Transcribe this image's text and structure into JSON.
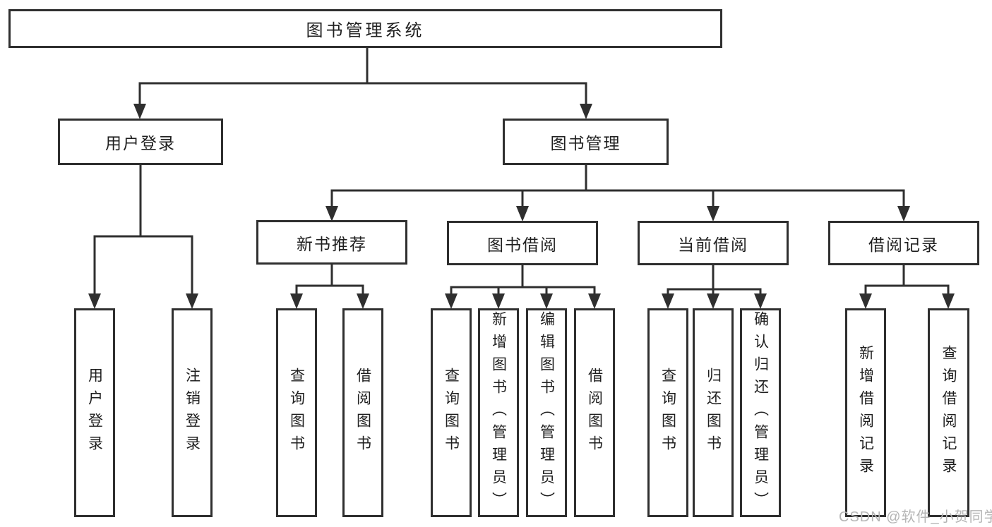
{
  "diagram": {
    "title": "图书管理系统",
    "watermark": "CSDN @软件_小贺同学",
    "colors": {
      "line": "#2f2f2f",
      "box_border": "#2f2f2f",
      "text": "#1f1f1f",
      "watermark": "#b5b5b5",
      "background": "#ffffff"
    }
  },
  "nodes": {
    "root": {
      "label": "图书管理系统"
    },
    "user_login": {
      "label": "用户登录"
    },
    "book_mgmt": {
      "label": "图书管理"
    },
    "new_book": {
      "label": "新书推荐"
    },
    "book_borrow": {
      "label": "图书借阅"
    },
    "current_borrow": {
      "label": "当前借阅"
    },
    "borrow_record": {
      "label": "借阅记录"
    },
    "leaf_user_login": {
      "label": "用户登录"
    },
    "leaf_logout": {
      "label": "注销登录"
    },
    "leaf_nb_query": {
      "label": "查询图书"
    },
    "leaf_nb_borrow": {
      "label": "借阅图书"
    },
    "leaf_bb_query": {
      "label": "查询图书"
    },
    "leaf_bb_add": {
      "label": "新增图书（管理员）"
    },
    "leaf_bb_edit": {
      "label": "编辑图书（管理员）"
    },
    "leaf_bb_borrow": {
      "label": "借阅图书"
    },
    "leaf_cb_query": {
      "label": "查询图书"
    },
    "leaf_cb_return": {
      "label": "归还图书"
    },
    "leaf_cb_confirm": {
      "label": "确认归还（管理员）"
    },
    "leaf_br_add": {
      "label": "新增借阅记录"
    },
    "leaf_br_query": {
      "label": "查询借阅记录"
    }
  },
  "tree": {
    "label": "图书管理系统",
    "children": [
      {
        "label": "用户登录",
        "children": [
          {
            "label": "用户登录"
          },
          {
            "label": "注销登录"
          }
        ]
      },
      {
        "label": "图书管理",
        "children": [
          {
            "label": "新书推荐",
            "children": [
              {
                "label": "查询图书"
              },
              {
                "label": "借阅图书"
              }
            ]
          },
          {
            "label": "图书借阅",
            "children": [
              {
                "label": "查询图书"
              },
              {
                "label": "新增图书（管理员）"
              },
              {
                "label": "编辑图书（管理员）"
              },
              {
                "label": "借阅图书"
              }
            ]
          },
          {
            "label": "当前借阅",
            "children": [
              {
                "label": "查询图书"
              },
              {
                "label": "归还图书"
              },
              {
                "label": "确认归还（管理员）"
              }
            ]
          },
          {
            "label": "借阅记录",
            "children": [
              {
                "label": "新增借阅记录"
              },
              {
                "label": "查询借阅记录"
              }
            ]
          }
        ]
      }
    ]
  }
}
